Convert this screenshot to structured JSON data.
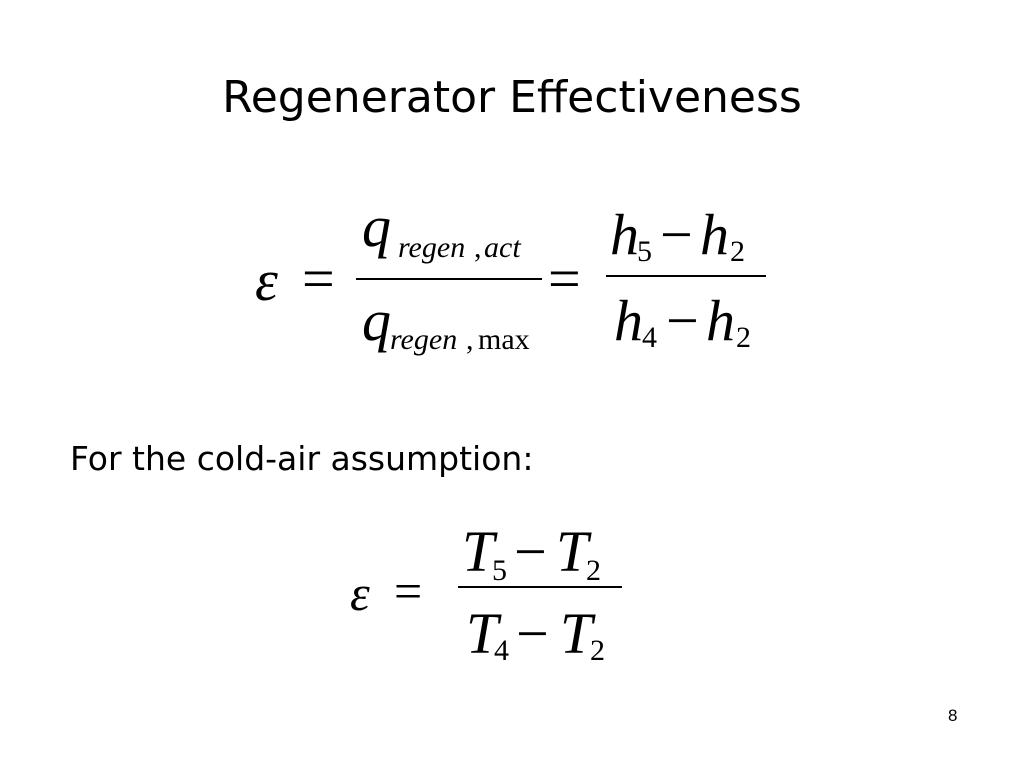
{
  "slide": {
    "title": "Regenerator Effectiveness",
    "subheading": "For the cold-air assumption:",
    "page_number": "8"
  },
  "equation1": {
    "epsilon": "ε",
    "eq": "=",
    "num_q": "q",
    "num_sub": "regen",
    "num_sub_comma": ",",
    "num_sub2": "act",
    "den_q": "q",
    "den_sub": "regen",
    "den_sub_comma": ",",
    "den_sub2": "max",
    "eq2": "=",
    "num_h1": "h",
    "num_h1_sub": "5",
    "num_minus": "−",
    "num_h2": "h",
    "num_h2_sub": "2",
    "den_h1": "h",
    "den_h1_sub": "4",
    "den_minus": "−",
    "den_h2": "h",
    "den_h2_sub": "2"
  },
  "equation2": {
    "epsilon": "ε",
    "eq": "=",
    "num_t1": "T",
    "num_t1_sub": "5",
    "num_minus": "−",
    "num_t2": "T",
    "num_t2_sub": "2",
    "den_t1": "T",
    "den_t1_sub": "4",
    "den_minus": "−",
    "den_t2": "T",
    "den_t2_sub": "2"
  }
}
